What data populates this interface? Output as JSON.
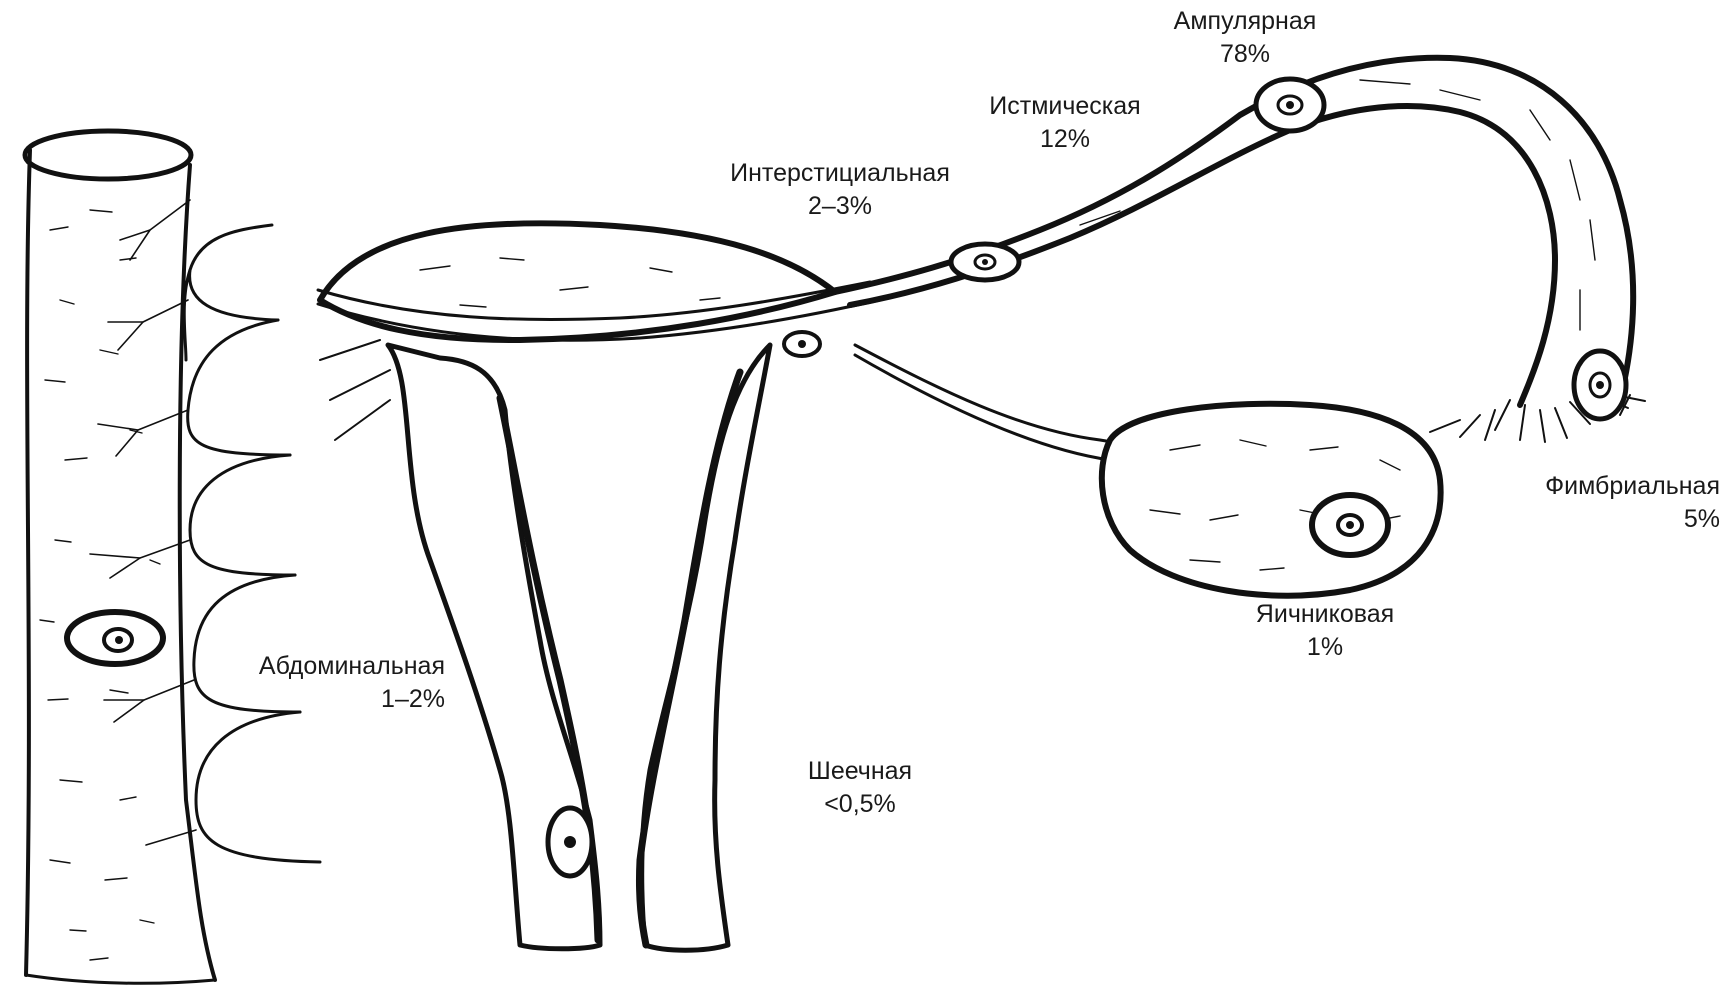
{
  "labels": {
    "ampullary": {
      "name": "Ампулярная",
      "pct": "78%"
    },
    "isthmic": {
      "name": "Истмическая",
      "pct": "12%"
    },
    "interstitial": {
      "name": "Интерстициальная",
      "pct": "2–3%"
    },
    "fimbrial": {
      "name": "Фимбриальная",
      "pct": "5%"
    },
    "ovarian": {
      "name": "Яичниковая",
      "pct": "1%"
    },
    "abdominal": {
      "name": "Абдоминальная",
      "pct": "1–2%"
    },
    "cervical": {
      "name": "Шеечная",
      "pct": "<0,5%"
    }
  },
  "colors": {
    "ink": "#111111",
    "paper": "#ffffff",
    "text": "#1a1a1a"
  }
}
